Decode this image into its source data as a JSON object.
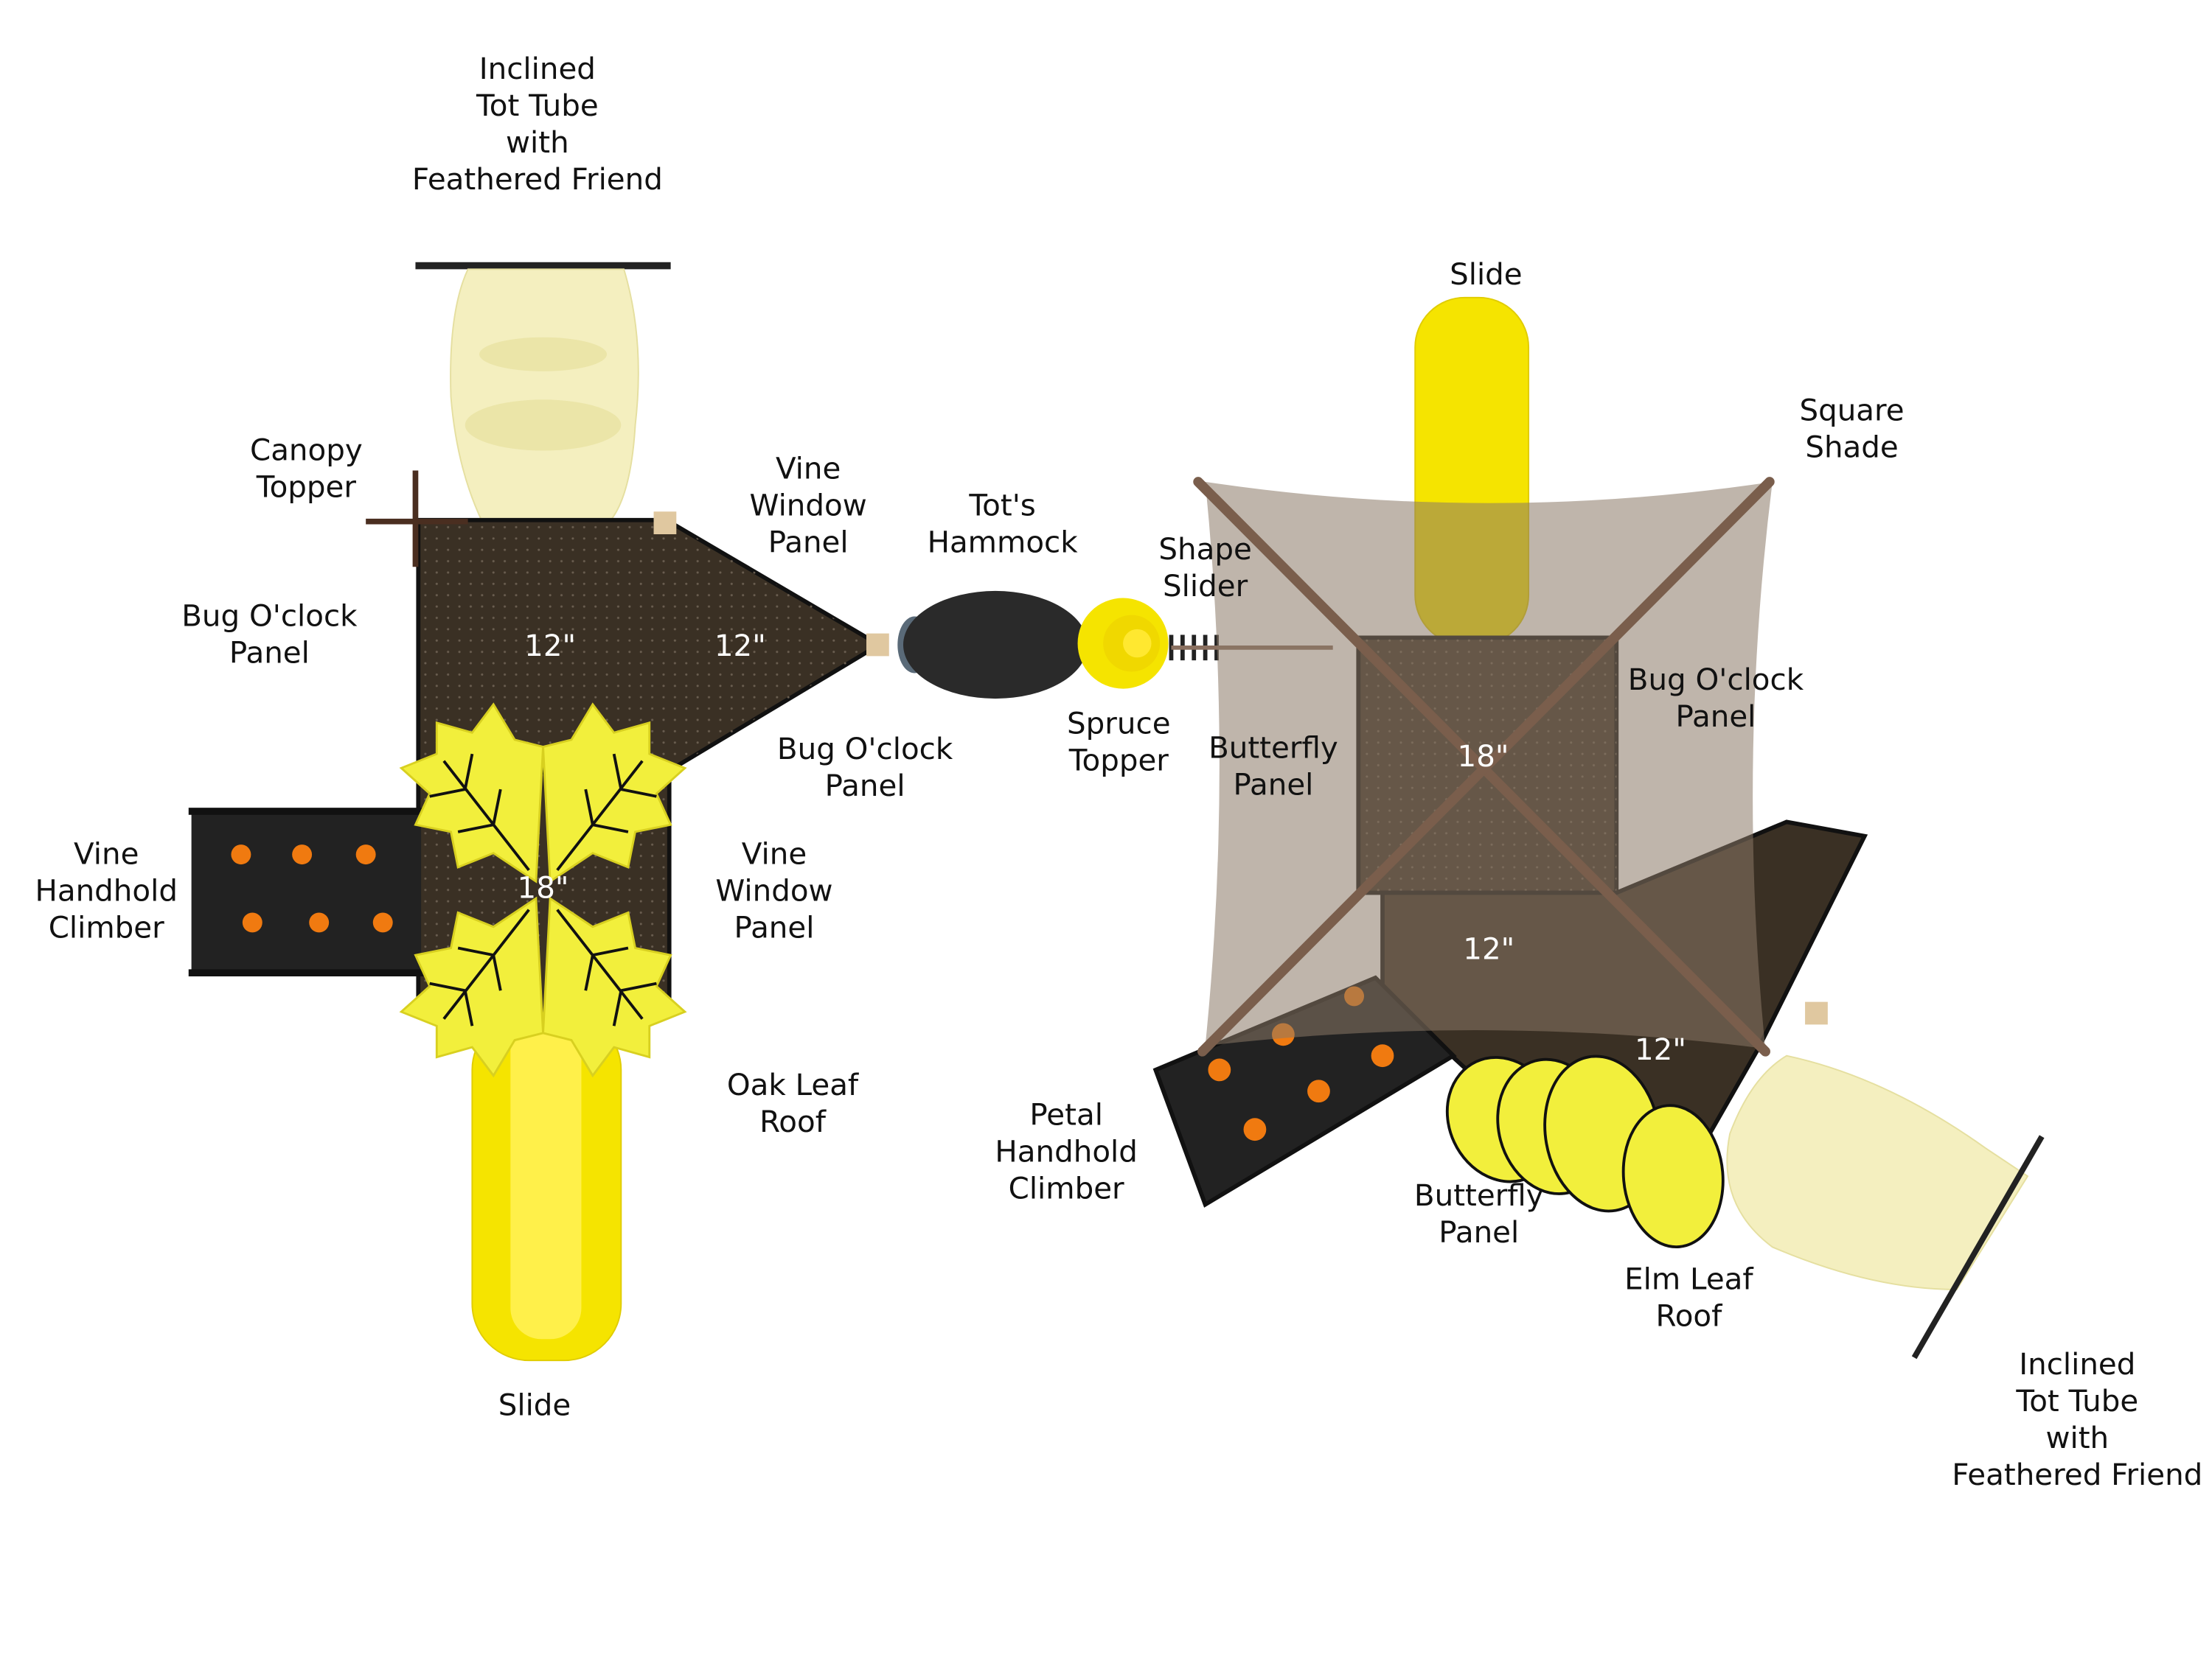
{
  "colors": {
    "deck": "#3a3024",
    "slide_yellow": "#f5e400",
    "tube_cream": "#f4efbf",
    "leaf_yellow": "#f2ef3c",
    "shade": "#8a7866",
    "pole": "#7a5e4c",
    "climber_panel": "#222222",
    "hold_orange": "#f07a10",
    "label_text": "#111111",
    "height_text": "#ffffff"
  },
  "labels": {
    "tube_left": [
      "Inclined",
      "Tot Tube",
      "with",
      "Feathered Friend"
    ],
    "canopy_topper": [
      "Canopy",
      "Topper"
    ],
    "bug_panel_left": [
      "Bug O'clock",
      "Panel"
    ],
    "vine_window_top": [
      "Vine",
      "Window",
      "Panel"
    ],
    "tots_hammock": [
      "Tot's",
      "Hammock"
    ],
    "shape_slider": [
      "Shape",
      "Slider"
    ],
    "slide_top": [
      "Slide"
    ],
    "square_shade": [
      "Square",
      "Shade"
    ],
    "spruce_topper": [
      "Spruce",
      "Topper"
    ],
    "butterfly_panel_top": [
      "Butterfly",
      "Panel"
    ],
    "bug_panel_mid": [
      "Bug O'clock",
      "Panel"
    ],
    "bug_panel_right": [
      "Bug O'clock",
      "Panel"
    ],
    "vine_handhold": [
      "Vine",
      "Handhold",
      "Climber"
    ],
    "vine_window_lower": [
      "Vine",
      "Window",
      "Panel"
    ],
    "oak_leaf_roof": [
      "Oak Leaf",
      "Roof"
    ],
    "slide_bottom": [
      "Slide"
    ],
    "petal_handhold": [
      "Petal",
      "Handhold",
      "Climber"
    ],
    "butterfly_panel_bottom": [
      "Butterfly",
      "Panel"
    ],
    "elm_leaf_roof": [
      "Elm Leaf",
      "Roof"
    ],
    "tube_right": [
      "Inclined",
      "Tot Tube",
      "with",
      "Feathered Friend"
    ]
  },
  "deck_heights": [
    "12\"",
    "12\"",
    "18\"",
    "18\"",
    "12\"",
    "12\""
  ]
}
